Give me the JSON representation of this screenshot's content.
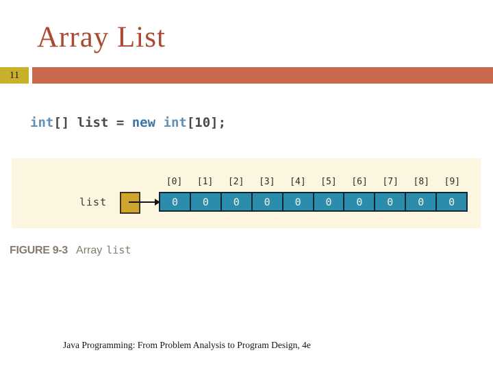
{
  "slide": {
    "title": "Array List",
    "page_number": "11",
    "footer": "Java Programming: From Problem Analysis to Program Design, 4e"
  },
  "code": {
    "full_text": "int[] list = new int[10];",
    "tokens": [
      {
        "text": "int",
        "style": "type"
      },
      {
        "text": "[] list = ",
        "style": "plain"
      },
      {
        "text": "new",
        "style": "keyword"
      },
      {
        "text": " ",
        "style": "plain"
      },
      {
        "text": "int",
        "style": "type"
      },
      {
        "text": "[10];",
        "style": "plain"
      }
    ],
    "colors": {
      "type": "#6090b5",
      "keyword": "#3a76a5",
      "plain": "#45494c"
    }
  },
  "figure": {
    "variable_label": "list",
    "array": {
      "indices": [
        "[0]",
        "[1]",
        "[2]",
        "[3]",
        "[4]",
        "[5]",
        "[6]",
        "[7]",
        "[8]",
        "[9]"
      ],
      "values": [
        "0",
        "0",
        "0",
        "0",
        "0",
        "0",
        "0",
        "0",
        "0",
        "0"
      ]
    },
    "caption": {
      "label": "FIGURE 9-3",
      "word_sans": "Array",
      "word_mono": "list"
    },
    "colors": {
      "background": "#fcf5e0",
      "cell_fill": "#2c8cab",
      "cell_border": "#102631",
      "pointer_box": "#d0a52e",
      "caption_text": "#857b6c"
    }
  },
  "theme": {
    "title_color": "#a94b32",
    "accent_bar_color": "#c8684c",
    "page_number_bg": "#c9b02b",
    "page_number_color": "#1f1208"
  }
}
